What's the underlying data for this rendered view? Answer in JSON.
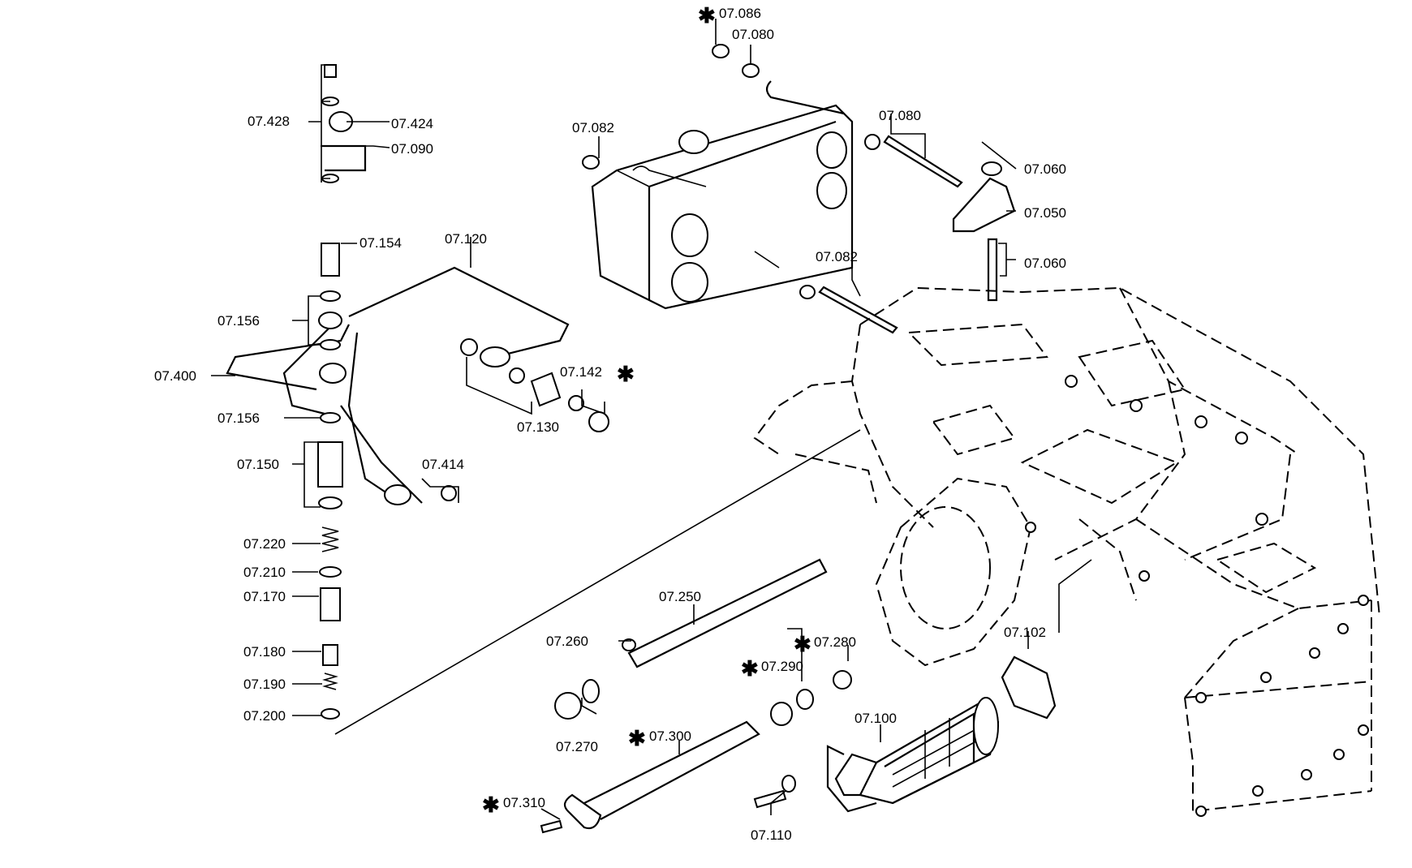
{
  "labels": {
    "l07086": "07.086",
    "l07080a": "07.080",
    "l07080b": "07.080",
    "l07082a": "07.082",
    "l07082b": "07.082",
    "l07060a": "07.060",
    "l07050": "07.050",
    "l07060b": "07.060",
    "l07428": "07.428",
    "l07424": "07.424",
    "l07090": "07.090",
    "l07154": "07.154",
    "l07120": "07.120",
    "l07156a": "07.156",
    "l07400": "07.400",
    "l07156b": "07.156",
    "l07142": "07.142",
    "l07130": "07.130",
    "l07150": "07.150",
    "l07414": "07.414",
    "l07220": "07.220",
    "l07210": "07.210",
    "l07170": "07.170",
    "l07180": "07.180",
    "l07190": "07.190",
    "l07200": "07.200",
    "l07250": "07.250",
    "l07260": "07.260",
    "l07280": "07.280",
    "l07290": "07.290",
    "l07102": "07.102",
    "l07270": "07.270",
    "l07300": "07.300",
    "l07100": "07.100",
    "l07310": "07.310",
    "l07110": "07.110"
  },
  "markers": {
    "star": "✱"
  }
}
